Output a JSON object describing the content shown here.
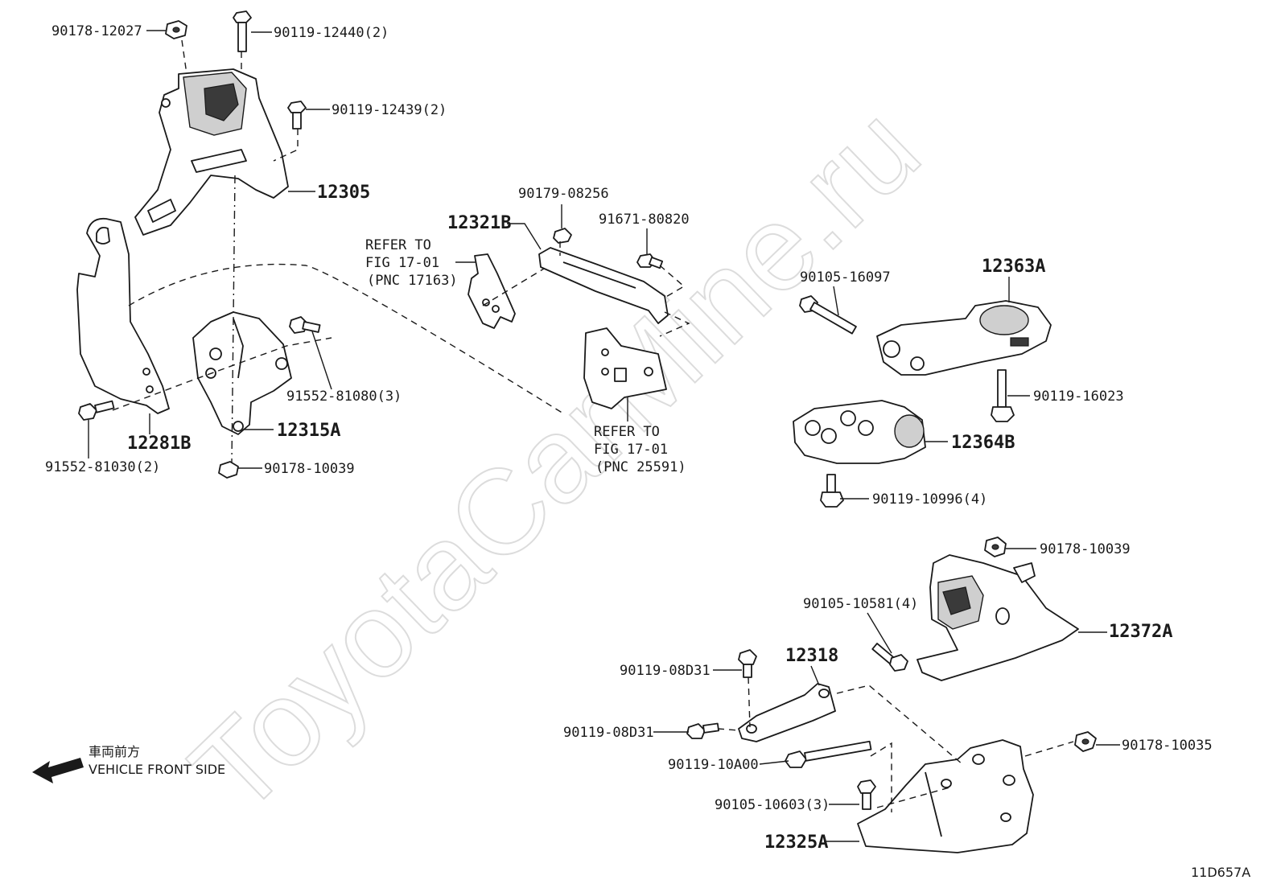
{
  "watermark": "ToyotaCarMine.ru",
  "diagram_code": "11D657A",
  "front_marker": {
    "jp": "車両前方",
    "en": "VEHICLE FRONT SIDE"
  },
  "labels": {
    "p90178_12027": "90178-12027",
    "p90119_12440": "90119-12440(2)",
    "p90119_12439": "90119-12439(2)",
    "p12305": "12305",
    "p12281b": "12281B",
    "p91552_81030": "91552-81030(2)",
    "p12315a": "12315A",
    "p91552_81080": "91552-81080(3)",
    "p90178_10039a": "90178-10039",
    "p12321b": "12321B",
    "p90179_08256": "90179-08256",
    "p91671_80820": "91671-80820",
    "ref1_line1": "REFER TO",
    "ref1_line2": "FIG 17-01",
    "ref1_line3": "(PNC 17163)",
    "ref2_line1": "REFER TO",
    "ref2_line2": "FIG 17-01",
    "ref2_line3": "(PNC 25591)",
    "p90105_16097": "90105-16097",
    "p12363a": "12363A",
    "p90119_16023": "90119-16023",
    "p12364b": "12364B",
    "p90119_10996": "90119-10996(4)",
    "p90178_10039b": "90178-10039",
    "p90105_10581": "90105-10581(4)",
    "p12372a": "12372A",
    "p90119_08d31a": "90119-08D31",
    "p12318": "12318",
    "p90119_08d31b": "90119-08D31",
    "p90119_10a00": "90119-10A00",
    "p90105_10603": "90105-10603(3)",
    "p12325a": "12325A",
    "p90178_10035": "90178-10035"
  }
}
